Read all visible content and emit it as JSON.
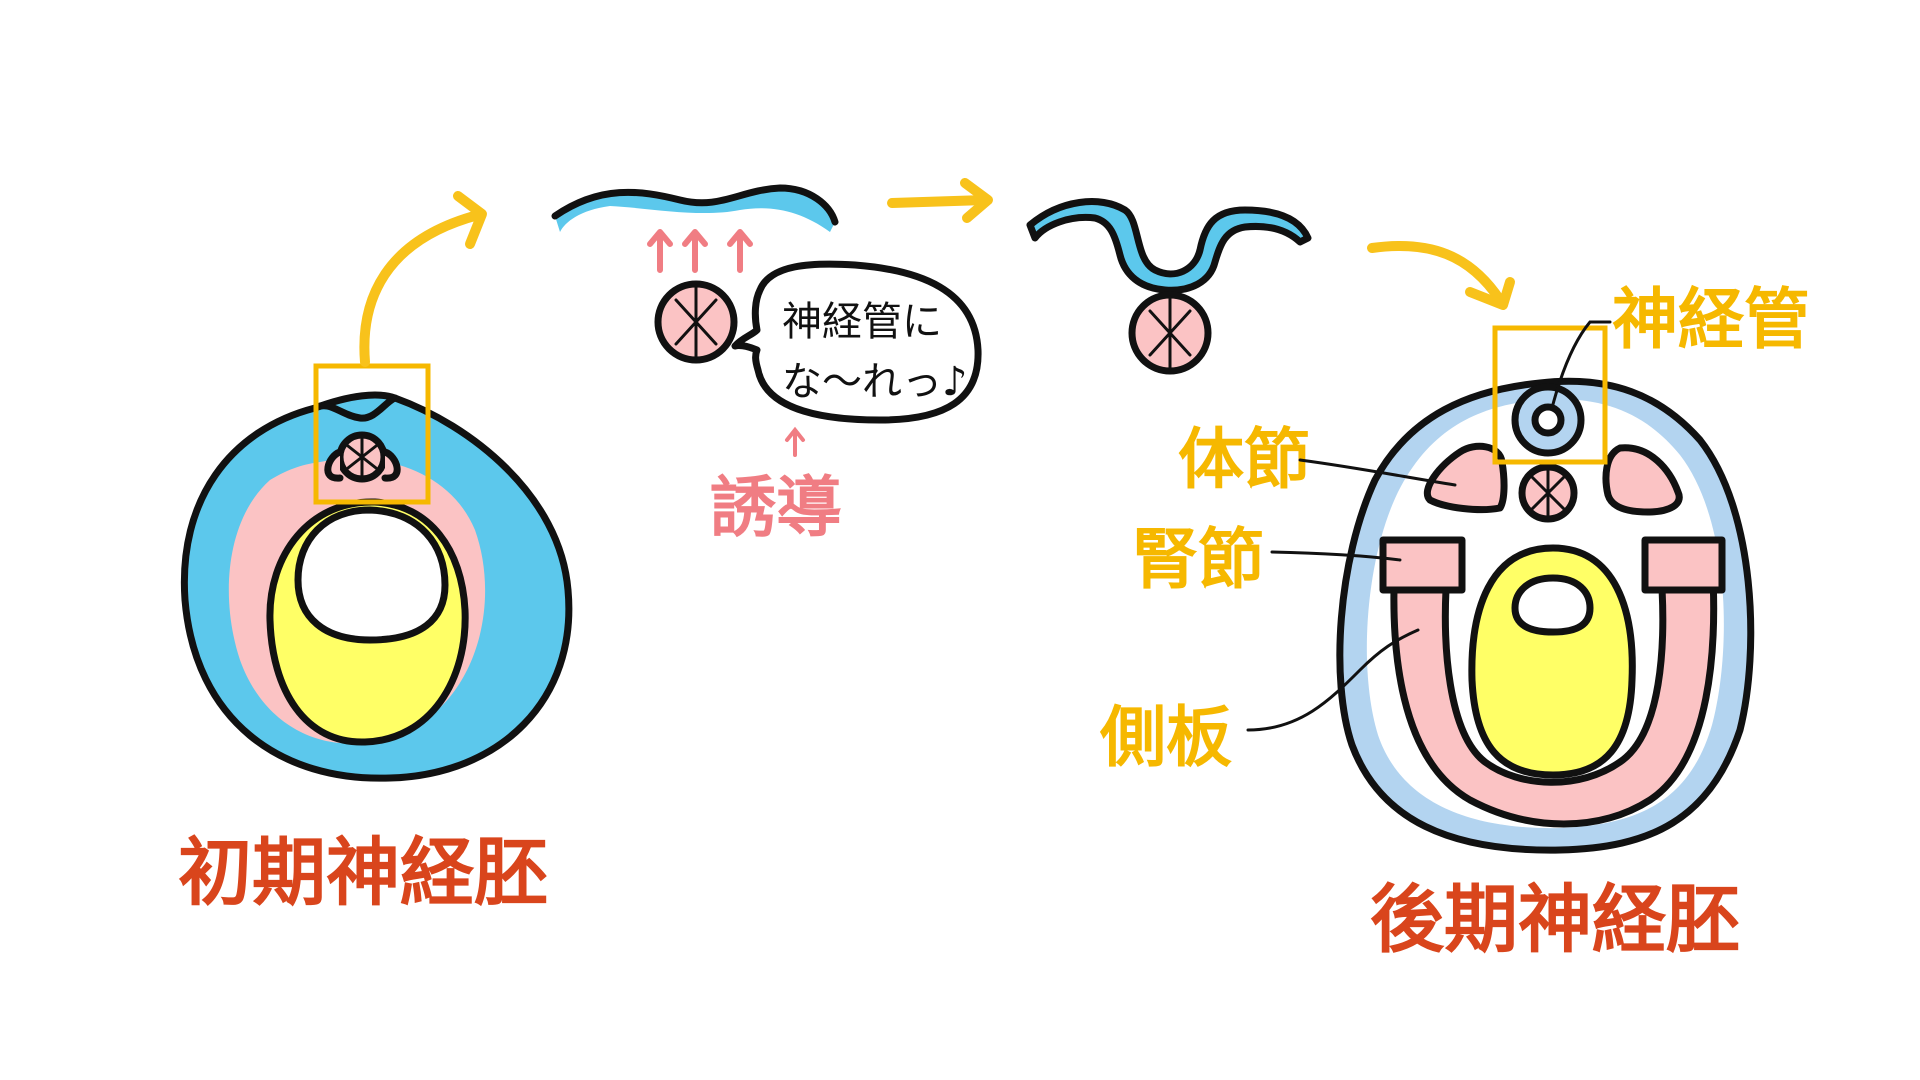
{
  "labels": {
    "early_neurula": "初期神経胚",
    "late_neurula": "後期神経胚",
    "induction": "誘導",
    "neural_tube": "神経管",
    "somite": "体節",
    "nephrotome": "腎節",
    "lateral_plate": "側板"
  },
  "speech_bubble": {
    "line1": "神経管に",
    "line2": "な～れっ♪"
  },
  "colors": {
    "ectoderm": "#5cc8ec",
    "ectoderm_light": "#b3d4f0",
    "mesoderm": "#fbc3c4",
    "endoderm": "#ffff66",
    "arrow": "#f8c21b",
    "induction_arrow": "#f07d83",
    "highlight_box": "#f6b800",
    "label_red": "#d9451c"
  }
}
